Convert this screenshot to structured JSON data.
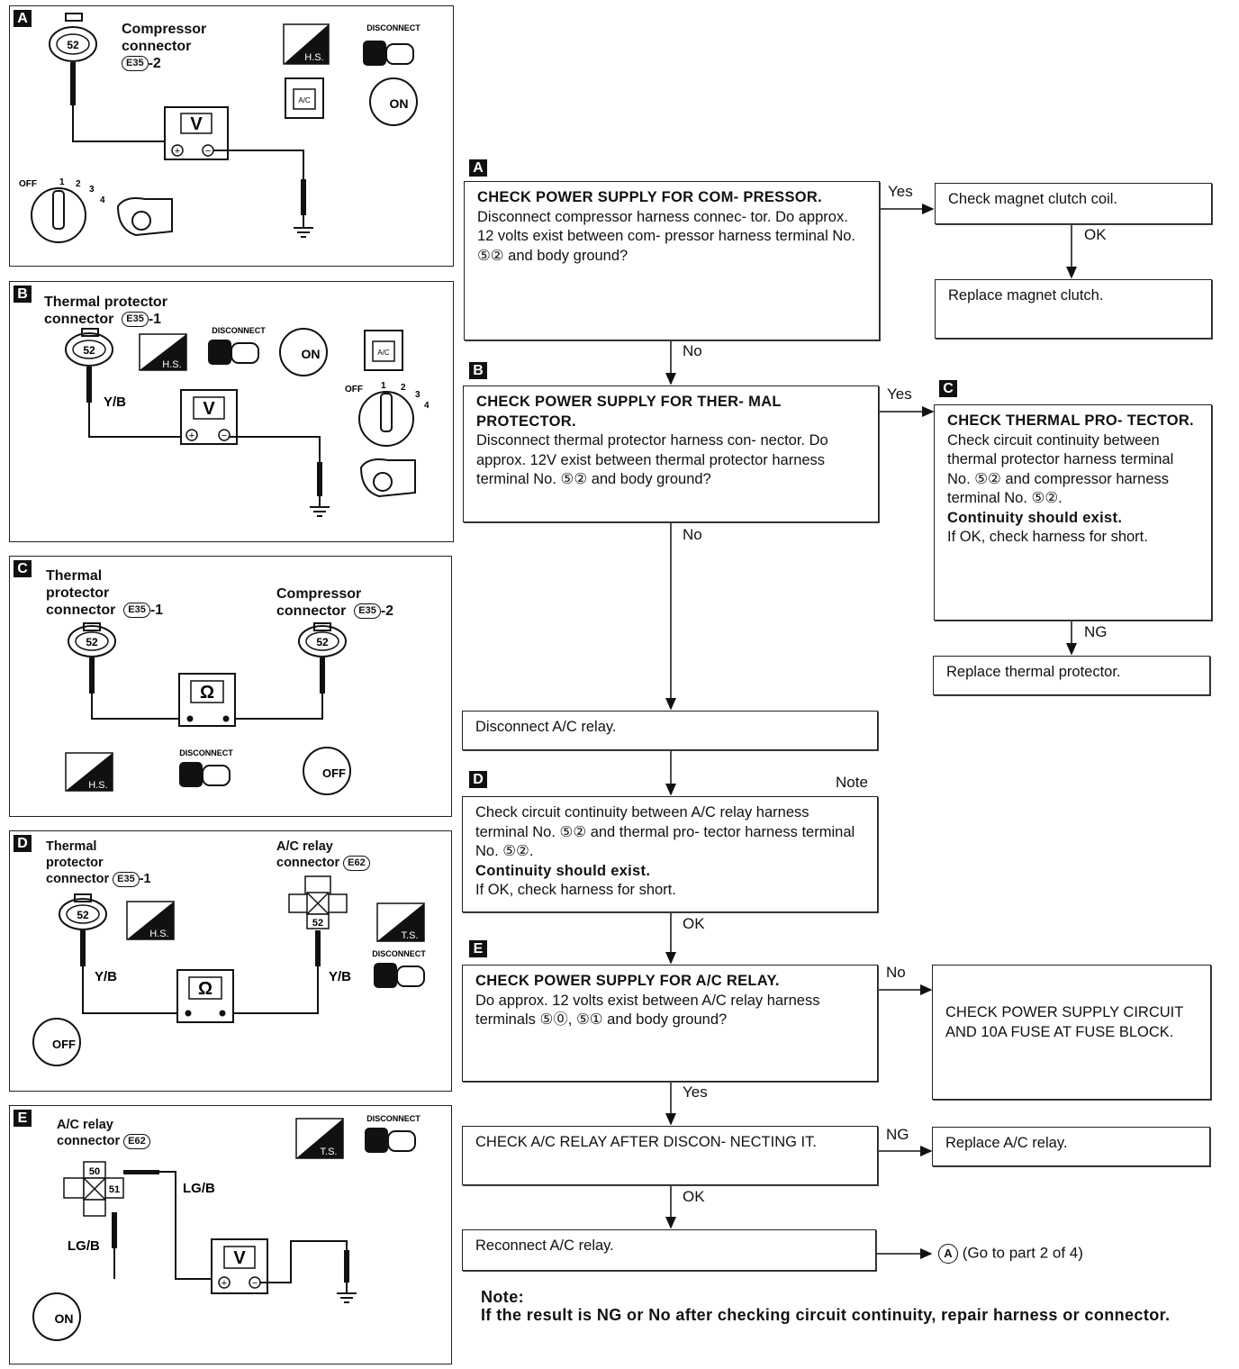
{
  "panels": {
    "a": {
      "letter": "A",
      "title_line1": "Compressor",
      "title_line2": "connector",
      "conn_id": "E35",
      "conn_suffix": "-2",
      "terminal": "52",
      "meter": "V",
      "hs_label": "H.S.",
      "disconnect_label": "DISCONNECT",
      "ac_label": "A/C",
      "key_label": "ON",
      "off_label": "OFF",
      "fan_speeds": [
        "1",
        "2",
        "3",
        "4"
      ]
    },
    "b": {
      "letter": "B",
      "title_line1": "Thermal protector",
      "title_line2": "connector",
      "conn_id": "E35",
      "conn_suffix": "-1",
      "terminal": "52",
      "wire_label": "Y/B",
      "meter": "V",
      "hs_label": "H.S.",
      "disconnect_label": "DISCONNECT",
      "ac_label": "A/C",
      "key_label": "ON",
      "off_label": "OFF",
      "fan_speeds": [
        "1",
        "2",
        "3",
        "4"
      ]
    },
    "c": {
      "letter": "C",
      "left_title_line1": "Thermal",
      "left_title_line2": "protector",
      "left_title_line3": "connector",
      "left_conn_id": "E35",
      "left_conn_suffix": "-1",
      "right_title_line1": "Compressor",
      "right_title_line2": "connector",
      "right_conn_id": "E35",
      "right_conn_suffix": "-2",
      "terminal_left": "52",
      "terminal_right": "52",
      "meter": "Ω",
      "hs_label": "H.S.",
      "disconnect_label": "DISCONNECT",
      "key_label": "OFF"
    },
    "d": {
      "letter": "D",
      "left_title_line1": "Thermal",
      "left_title_line2": "protector",
      "left_title_line3": "connector",
      "left_conn_id": "E35",
      "left_conn_suffix": "-1",
      "right_title_line1": "A/C relay",
      "right_title_line2": "connector",
      "right_conn_id": "E62",
      "terminal_left": "52",
      "terminal_right": "52",
      "wire_left": "Y/B",
      "wire_right": "Y/B",
      "meter": "Ω",
      "hs_label": "H.S.",
      "ts_label": "T.S.",
      "disconnect_label": "DISCONNECT",
      "key_label": "OFF"
    },
    "e": {
      "letter": "E",
      "title_line1": "A/C relay",
      "title_line2": "connector",
      "conn_id": "E62",
      "terminal_top": "50",
      "terminal_right": "51",
      "wire_top": "LG/B",
      "wire_left": "LG/B",
      "meter": "V",
      "ts_label": "T.S.",
      "disconnect_label": "DISCONNECT",
      "key_label": "ON"
    }
  },
  "flow": {
    "a_letter": "A",
    "a_title": "CHECK POWER SUPPLY FOR COM- PRESSOR.",
    "a_text": "Disconnect compressor harness connec- tor. Do approx. 12 volts exist between com- pressor harness terminal No. ⑤② and body ground?",
    "a_yes": "Yes",
    "a_no": "No",
    "check_coil": "Check magnet clutch coil.",
    "coil_ok": "OK",
    "replace_clutch": "Replace magnet clutch.",
    "b_letter": "B",
    "b_title": "CHECK POWER SUPPLY FOR THER- MAL PROTECTOR.",
    "b_text": "Disconnect thermal protector harness con- nector. Do approx. 12V exist between thermal protector harness terminal No. ⑤② and body ground?",
    "b_yes": "Yes",
    "b_no": "No",
    "c_letter": "C",
    "c_title": "CHECK THERMAL PRO- TECTOR.",
    "c_text": "Check circuit continuity between thermal protector harness terminal No. ⑤② and compressor harness terminal No. ⑤②.",
    "c_bold": "Continuity should exist.",
    "c_text2": "If OK, check harness for short.",
    "c_ng": "NG",
    "replace_thermal": "Replace thermal protector.",
    "disconnect_relay": "Disconnect A/C relay.",
    "d_letter": "D",
    "d_note": "Note",
    "d_text": "Check circuit continuity between A/C relay harness terminal No. ⑤② and thermal pro- tector harness terminal No. ⑤②.",
    "d_bold": "Continuity should exist.",
    "d_text2": "If OK, check harness for short.",
    "d_ok": "OK",
    "e_letter": "E",
    "e_title": "CHECK POWER SUPPLY FOR A/C RELAY.",
    "e_text": "Do approx. 12 volts exist between A/C relay harness terminals ⑤⓪, ⑤① and body ground?",
    "e_no": "No",
    "e_yes": "Yes",
    "check_fuse": "CHECK POWER SUPPLY CIRCUIT AND 10A FUSE AT FUSE BLOCK.",
    "check_relay": "CHECK A/C RELAY AFTER DISCON- NECTING IT.",
    "relay_ng": "NG",
    "relay_ok": "OK",
    "replace_relay": "Replace A/C relay.",
    "reconnect": "Reconnect A/C relay.",
    "goto_marker": "A",
    "goto_text": "(Go to part 2 of 4)"
  },
  "note": {
    "title": "Note:",
    "text": "If the result is NG or No after checking circuit continuity, repair harness or connector."
  }
}
